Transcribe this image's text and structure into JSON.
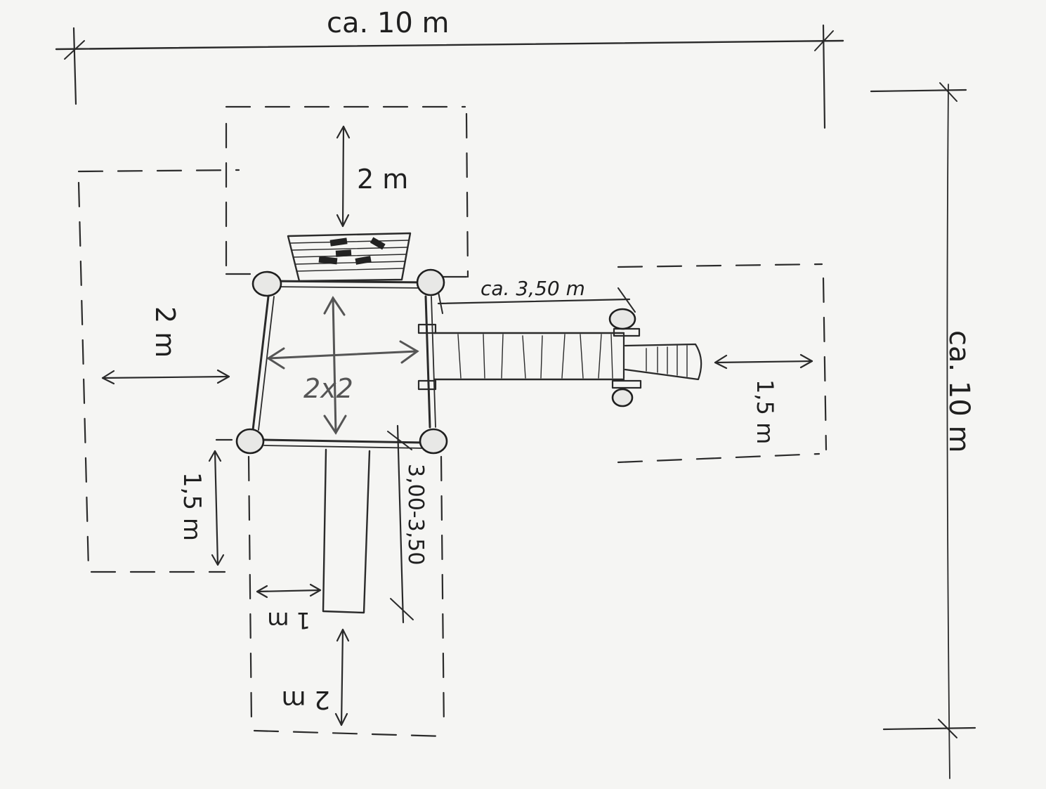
{
  "dimensions": {
    "total_width": "ca. 10 m",
    "total_depth": "ca. 10 m",
    "clearance_top": "2 m",
    "clearance_left": "2 m",
    "clearance_left_lower": "1,5 m",
    "clearance_right": "1,5 m",
    "clearance_bottom": "2 m",
    "slide_offset": "1 m",
    "slide_length": "3,00-3,50",
    "bridge_length": "ca. 3,50 m",
    "platform_size": "2x2"
  }
}
